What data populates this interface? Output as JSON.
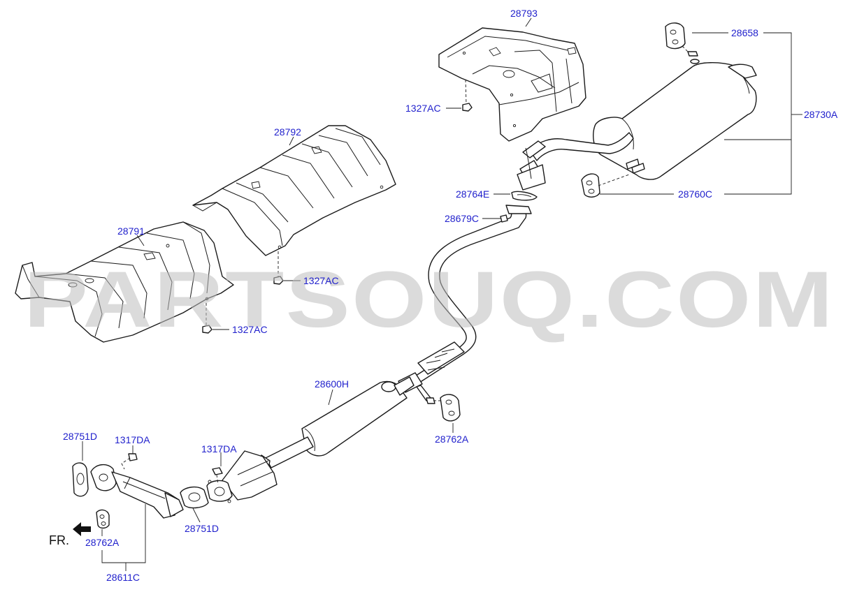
{
  "watermark": "PARTSOUQ.COM",
  "direction_label": "FR.",
  "colors": {
    "callout": "#1f1fcc",
    "line": "#1a1a1a",
    "watermark": "#bdbdbd"
  },
  "callouts": [
    {
      "id": "c-28793",
      "text": "28793"
    },
    {
      "id": "c-28658",
      "text": "28658"
    },
    {
      "id": "c-1327AC-a",
      "text": "1327AC"
    },
    {
      "id": "c-28730A",
      "text": "28730A"
    },
    {
      "id": "c-28792",
      "text": "28792"
    },
    {
      "id": "c-28764E",
      "text": "28764E"
    },
    {
      "id": "c-28760C",
      "text": "28760C"
    },
    {
      "id": "c-28679C",
      "text": "28679C"
    },
    {
      "id": "c-28791",
      "text": "28791"
    },
    {
      "id": "c-1327AC-b",
      "text": "1327AC"
    },
    {
      "id": "c-1327AC-c",
      "text": "1327AC"
    },
    {
      "id": "c-28600H",
      "text": "28600H"
    },
    {
      "id": "c-28762A-a",
      "text": "28762A"
    },
    {
      "id": "c-28751D-a",
      "text": "28751D"
    },
    {
      "id": "c-1317DA-a",
      "text": "1317DA"
    },
    {
      "id": "c-1317DA-b",
      "text": "1317DA"
    },
    {
      "id": "c-28751D-b",
      "text": "28751D"
    },
    {
      "id": "c-28762A-b",
      "text": "28762A"
    },
    {
      "id": "c-28611C",
      "text": "28611C"
    }
  ]
}
